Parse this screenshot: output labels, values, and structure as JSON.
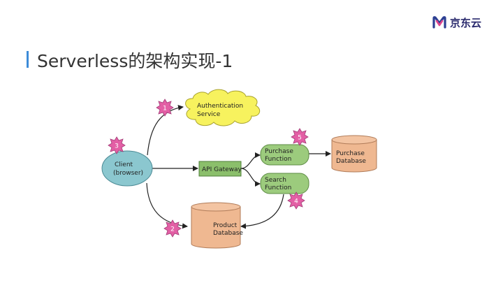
{
  "header": {
    "logo_text": "京东云",
    "title": "Serverless的架构实现-1"
  },
  "colors": {
    "title_accent": "#3d8bd8",
    "client": "#8bc7cf",
    "auth_cloud": "#f7f25e",
    "gateway": "#8bbf6b",
    "function": "#9ccb7d",
    "database": "#efb891",
    "badge": "#e35fa5"
  },
  "diagram": {
    "client": {
      "line1": "Client",
      "line2": "(browser)"
    },
    "auth": {
      "line1": "Authentication",
      "line2": "Service"
    },
    "gateway": {
      "label": "API Gateway"
    },
    "purchase_function": {
      "line1": "Purchase",
      "line2": "Function"
    },
    "search_function": {
      "line1": "Search",
      "line2": "Function"
    },
    "purchase_db": {
      "line1": "Purchase",
      "line2": "Database"
    },
    "product_db": {
      "line1": "Product",
      "line2": "Database"
    },
    "badges": [
      "1",
      "2",
      "3",
      "4",
      "5"
    ]
  }
}
